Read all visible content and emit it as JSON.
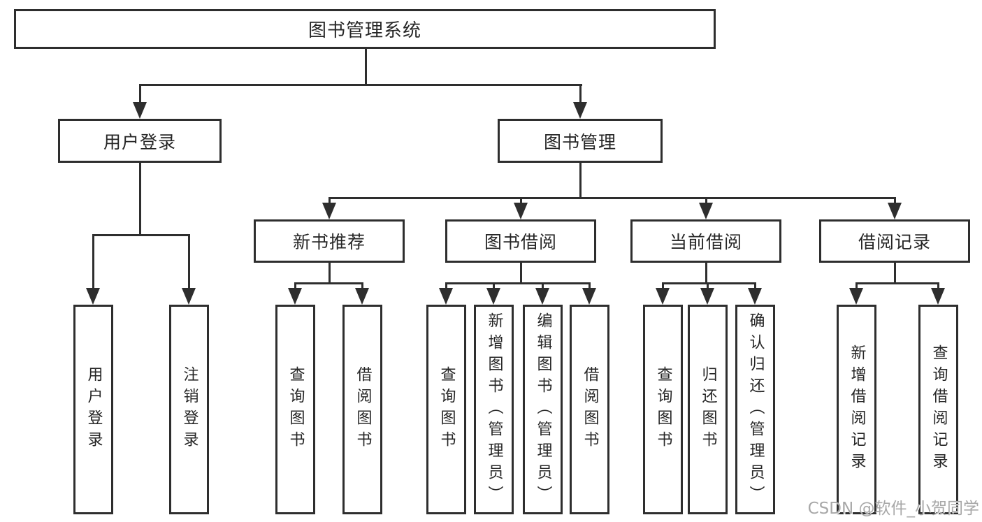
{
  "diagram_title": "图书管理系统",
  "nodes": {
    "root": "图书管理系统",
    "user_login": "用户登录",
    "book_mgmt": "图书管理",
    "new_book": "新书推荐",
    "book_borrow": "图书借阅",
    "current_borrow": "当前借阅",
    "borrow_record": "借阅记录"
  },
  "leaves": {
    "login": [
      "用户登录",
      "注销登录"
    ],
    "new_book": [
      "查询图书",
      "借阅图书"
    ],
    "book_borrow": [
      "查询图书",
      "新增图书（管理员）",
      "编辑图书（管理员）",
      "借阅图书"
    ],
    "current_borrow": [
      "查询图书",
      "归还图书",
      "确认归还（管理员）"
    ],
    "borrow_record": [
      "新增借阅记录",
      "查询借阅记录"
    ]
  },
  "watermark": "CSDN @软件_小贺同学",
  "colors": {
    "line": "#2e2e2e",
    "box_border": "#2e2e2e",
    "text": "#262626",
    "background": "#ffffff",
    "watermark": "#a8a8a8"
  }
}
